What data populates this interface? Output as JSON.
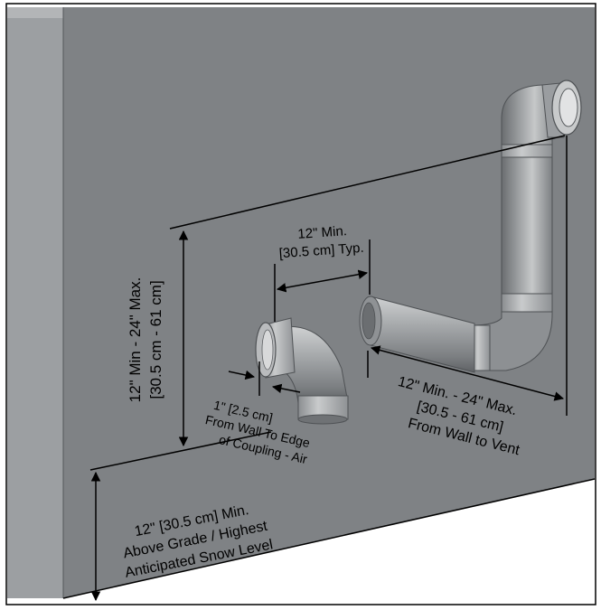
{
  "labels": {
    "top_spacing_line1": "12\"  Min.",
    "top_spacing_line2": "[30.5 cm] Typ.",
    "vertical_line1": "12\"  Min - 24\" Max.",
    "vertical_line2": "[30.5 cm - 61 cm]",
    "coupling_line1": "1\"  [2.5 cm]",
    "coupling_line2": "From Wall To Edge",
    "coupling_line3": "of Coupling - Air",
    "horizontal_line1": "12\" Min. - 24\" Max.",
    "horizontal_line2": "[30.5 - 61 cm]",
    "horizontal_line3": "From Wall to Vent",
    "grade_line1": "12\" [30.5 cm] Min.",
    "grade_line2": "Above Grade / Highest",
    "grade_line3": "Anticipated Snow Level"
  },
  "colors": {
    "wall_face": "#7f8285",
    "wall_side": "#9c9fa2",
    "wall_top": "#b0b3b5",
    "pipe": "#a7aaac",
    "pipe_dark": "#6e7174",
    "pipe_light": "#d3d5d6",
    "dimension_line": "#000000"
  }
}
